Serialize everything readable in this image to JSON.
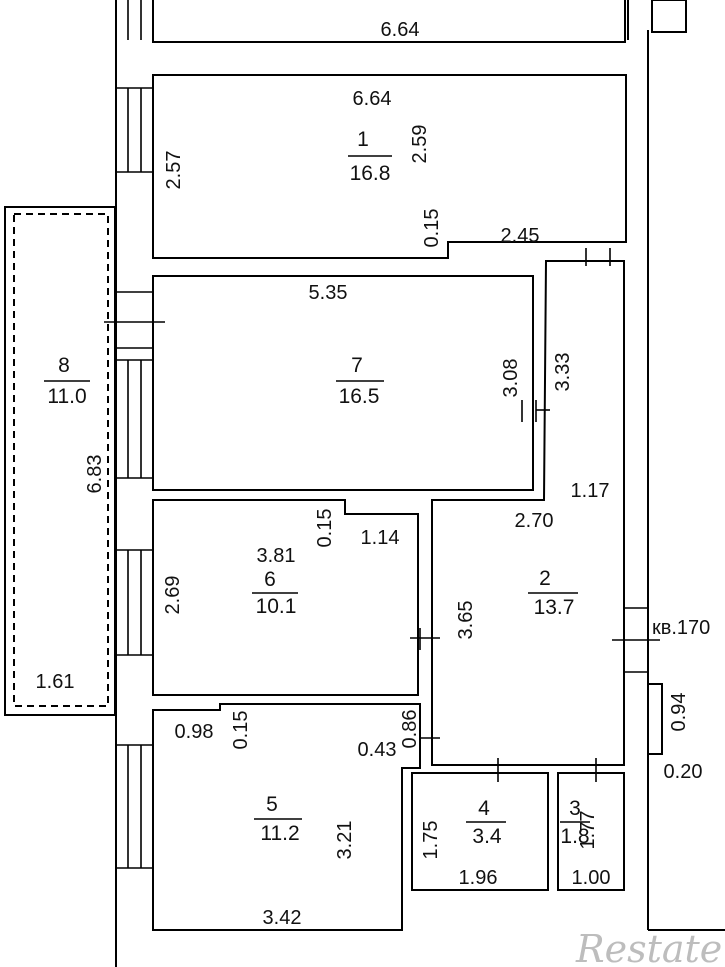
{
  "rooms": [
    {
      "number": "1",
      "area": "16.8"
    },
    {
      "number": "7",
      "area": "16.5"
    },
    {
      "number": "8",
      "area": "11.0"
    },
    {
      "number": "6",
      "area": "10.1"
    },
    {
      "number": "2",
      "area": "13.7"
    },
    {
      "number": "5",
      "area": "11.2"
    },
    {
      "number": "4",
      "area": "3.4"
    },
    {
      "number": "3",
      "area": "1.8"
    }
  ],
  "dimensions": {
    "top_room_width": "6.64",
    "r1_width": "6.64",
    "r1_height_right": "2.59",
    "r1_height_left": "2.57",
    "r1_step": "0.15",
    "r1_bottom": "2.45",
    "r7_width": "5.35",
    "r7_height": "3.08",
    "corridor_height": "3.33",
    "r8_height": "6.83",
    "r8_width": "1.61",
    "r2_a": "1.17",
    "r2_b": "2.70",
    "r6_step": "0.15",
    "r6_top_right": "1.14",
    "r6_width": "3.81",
    "r6_height": "2.69",
    "r2_height": "3.65",
    "r5_a": "0.98",
    "r5_step": "0.15",
    "r5_c": "0.86",
    "r5_d": "0.43",
    "r5_height": "3.21",
    "r5_width": "3.42",
    "r4_height": "1.75",
    "r4_width": "1.96",
    "r3_height": "1.77",
    "r3_width": "1.00",
    "door_width": "0.94",
    "wall_gap": "0.20"
  },
  "apartment_label": "кв.170",
  "watermark": "Restate"
}
